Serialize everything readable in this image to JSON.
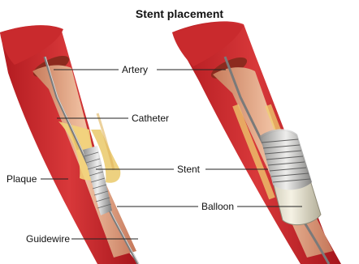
{
  "title": "Stent placement",
  "labels": {
    "artery": "Artery",
    "catheter": "Catheter",
    "stent": "Stent",
    "plaque": "Plaque",
    "balloon": "Balloon",
    "guidewire": "Guidewire"
  }
}
